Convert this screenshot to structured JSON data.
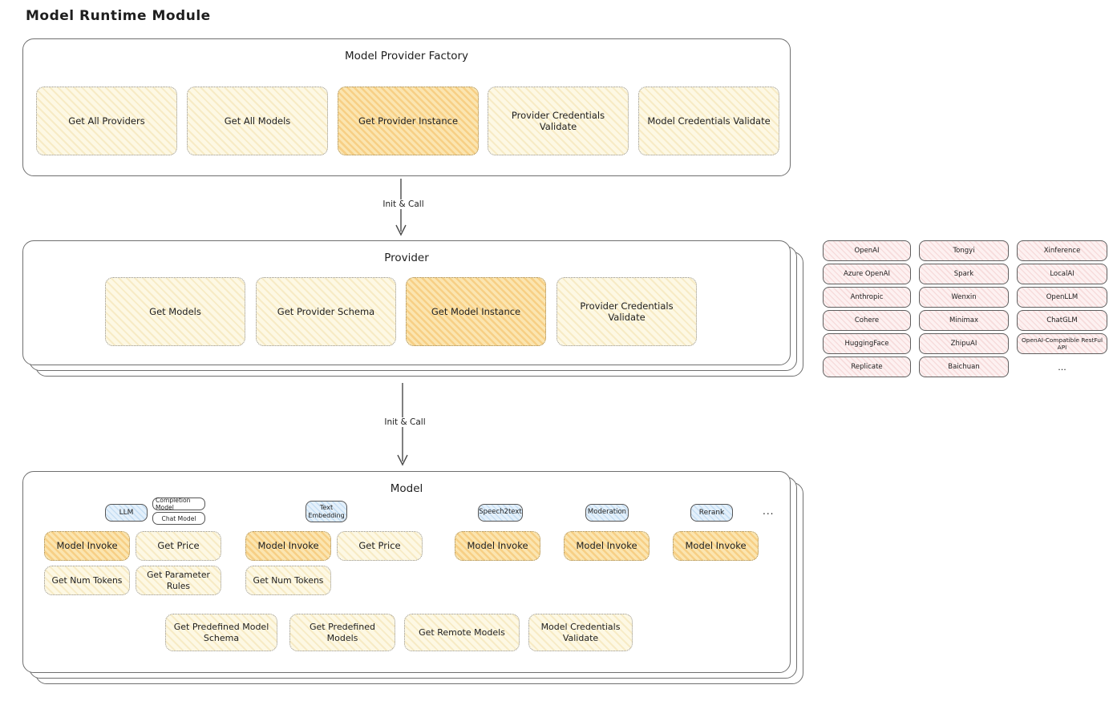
{
  "page_title": "Model Runtime Module",
  "arrow_label": "Init & Call",
  "colors": {
    "node_yellow": "#fdf8e4",
    "node_yellow_hatch": "#f0db9f",
    "node_orange_highlight": "#fbe5b0",
    "node_orange_hatch": "#f4be62",
    "provider_chip_pink": "#fdf1f1",
    "provider_chip_hatch": "#f2cbcb",
    "tab_blue": "#e4f0fb",
    "tab_blue_hatch": "#a8cdeb",
    "stroke": "#4a4a4a"
  },
  "factory": {
    "title": "Model Provider Factory",
    "buttons": [
      {
        "label": "Get All Providers",
        "highlighted": false
      },
      {
        "label": "Get All Models",
        "highlighted": false
      },
      {
        "label": "Get Provider Instance",
        "highlighted": true
      },
      {
        "label": "Provider Credentials Validate",
        "highlighted": false
      },
      {
        "label": "Model Credentials Validate",
        "highlighted": false
      }
    ]
  },
  "provider": {
    "title": "Provider",
    "buttons": [
      {
        "label": "Get Models",
        "highlighted": false
      },
      {
        "label": "Get Provider Schema",
        "highlighted": false
      },
      {
        "label": "Get Model Instance",
        "highlighted": true
      },
      {
        "label": "Provider Credentials Validate",
        "highlighted": false
      }
    ]
  },
  "provider_list": {
    "items": [
      "OpenAI",
      "Tongyi",
      "Xinference",
      "Azure OpenAI",
      "Spark",
      "LocalAI",
      "Anthropic",
      "Wenxin",
      "OpenLLM",
      "Cohere",
      "Minimax",
      "ChatGLM",
      "HuggingFace",
      "ZhipuAI",
      "OpenAI-Compatible RestFul API",
      "Replicate",
      "Baichuan"
    ],
    "more": "..."
  },
  "model": {
    "title": "Model",
    "tabs": {
      "llm": "LLM",
      "completion_model": "Completion Model",
      "chat_model": "Chat Model",
      "text_embedding": "Text Embedding",
      "speech2text": "Speech2text",
      "moderation": "Moderation",
      "rerank": "Rerank",
      "more": "..."
    },
    "llm_buttons": [
      {
        "label": "Model Invoke",
        "highlighted": true
      },
      {
        "label": "Get Price",
        "highlighted": false
      },
      {
        "label": "Get Num Tokens",
        "highlighted": false
      },
      {
        "label": "Get Parameter Rules",
        "highlighted": false
      }
    ],
    "text_embedding_buttons": [
      {
        "label": "Model Invoke",
        "highlighted": true
      },
      {
        "label": "Get Price",
        "highlighted": false
      },
      {
        "label": "Get Num Tokens",
        "highlighted": false
      }
    ],
    "speech2text_buttons": [
      {
        "label": "Model Invoke",
        "highlighted": true
      }
    ],
    "moderation_buttons": [
      {
        "label": "Model Invoke",
        "highlighted": true
      }
    ],
    "rerank_buttons": [
      {
        "label": "Model Invoke",
        "highlighted": true
      }
    ],
    "bottom_buttons": [
      {
        "label": "Get Predefined Model Schema"
      },
      {
        "label": "Get Predefined Models"
      },
      {
        "label": "Get Remote Models"
      },
      {
        "label": "Model Credentials Validate"
      }
    ]
  }
}
